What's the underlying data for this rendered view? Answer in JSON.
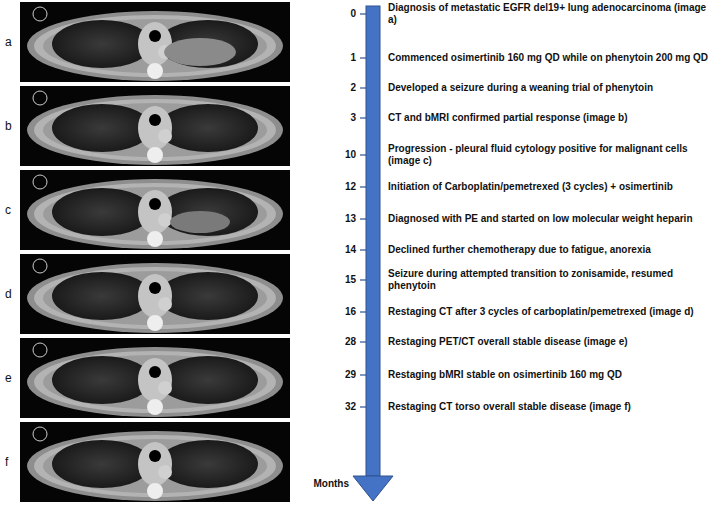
{
  "diagram": {
    "labels": [
      "a",
      "b",
      "c",
      "d",
      "e",
      "f",
      "0",
      "Diagnosis of metastatic EGFR del19+ lung adenocarcinoma (image a)",
      "1",
      "Commenced osimertinib 160 mg QD while on phenytoin 200 mg QD",
      "2",
      "Developed a seizure during a weaning trial of phenytoin",
      "3",
      "CT and bMRI confirmed partial response (image b)",
      "10",
      "Progression - pleural fluid cytology positive for malignant cells (image c)",
      "12",
      "Initiation of Carboplatin/pemetrexed (3 cycles) + osimertinib",
      "13",
      "Diagnosed with PE and started on low molecular weight heparin",
      "14",
      "Declined further chemotherapy due to fatigue, anorexia",
      "15",
      "Seizure during attempted transition to zonisamide, resumed phenytoin",
      "16",
      "Restaging CT after 3 cycles of carboplatin/pemetrexed (image d)",
      "28",
      "Restaging PET/CT overall stable disease (image e)",
      "29",
      "Restaging bMRI stable on osimertinib 160 mg QD",
      "32",
      "Restaging CT torso overall stable disease (image f)",
      "Months"
    ]
  }
}
